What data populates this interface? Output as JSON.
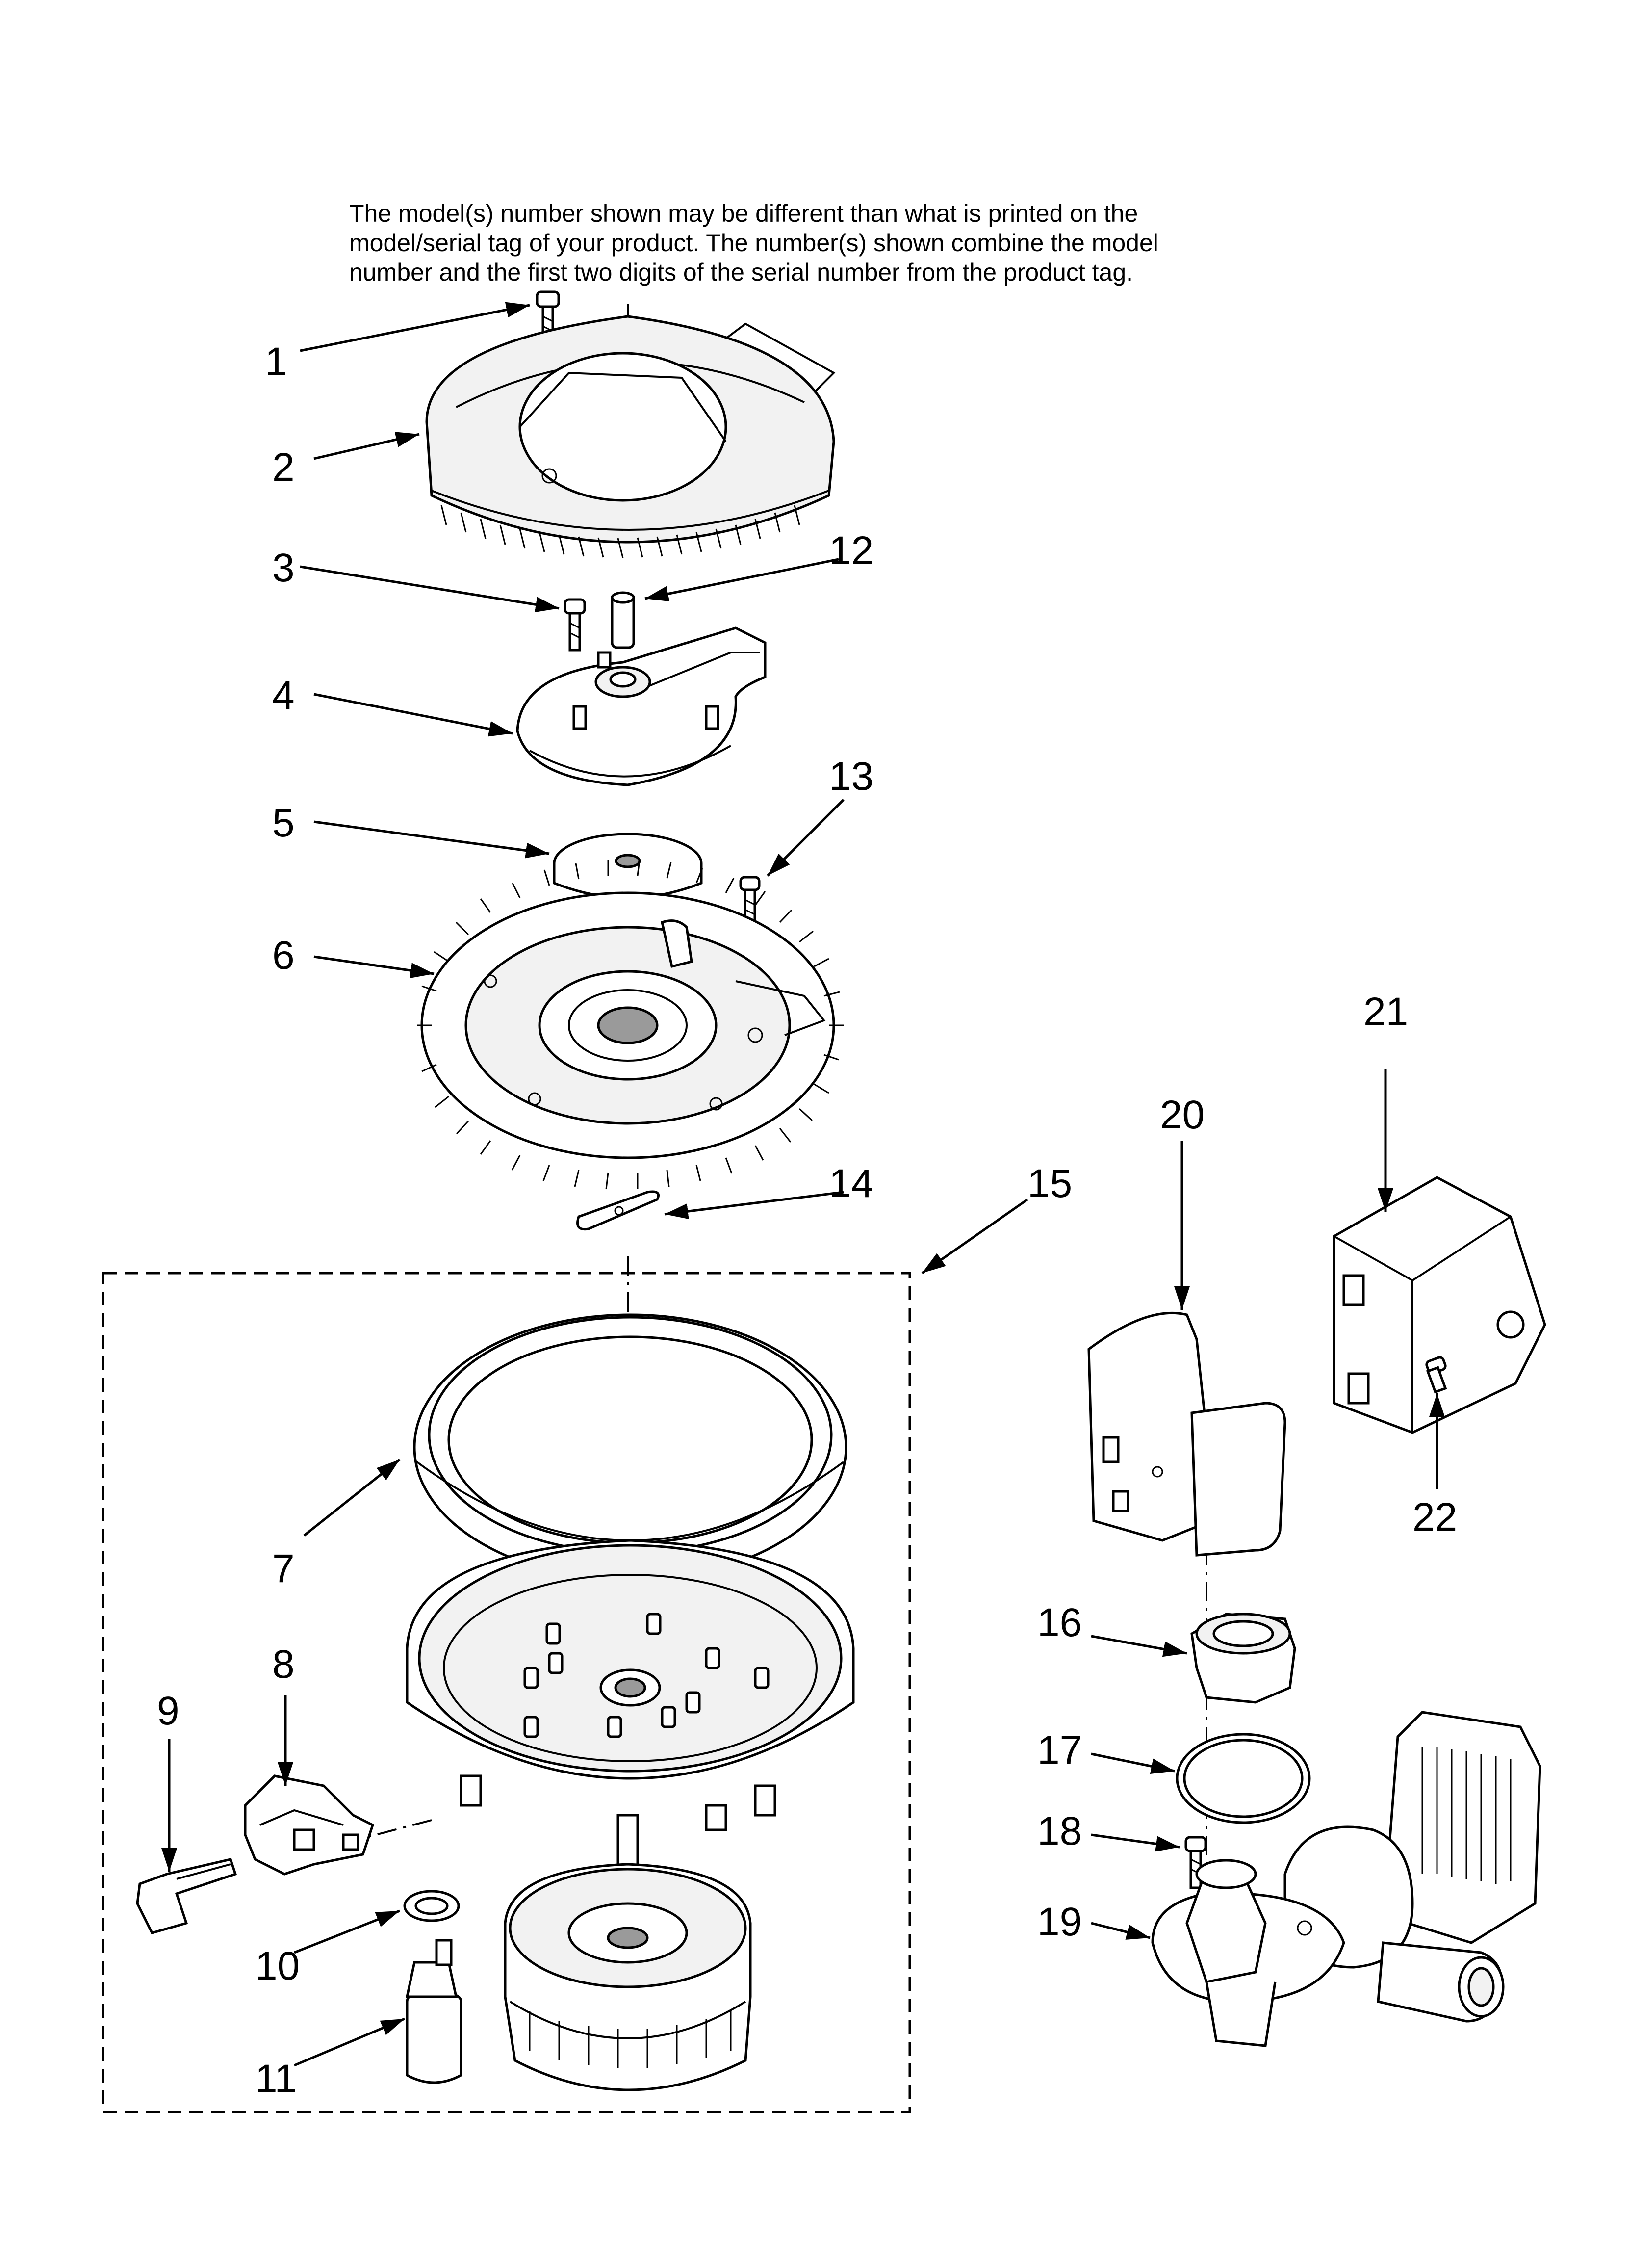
{
  "note": {
    "lines": [
      "The model(s) number shown may be different than what is printed on the",
      "model/serial tag of your product. The number(s) shown combine the model",
      "number and the first two digits of the serial number from the product tag."
    ]
  },
  "callouts": {
    "c1": "1",
    "c2": "2",
    "c3": "3",
    "c4": "4",
    "c5": "5",
    "c6": "6",
    "c7": "7",
    "c8": "8",
    "c9": "9",
    "c10": "10",
    "c11": "11",
    "c12": "12",
    "c13": "13",
    "c14": "14",
    "c15": "15",
    "c16": "16",
    "c17": "17",
    "c18": "18",
    "c19": "19",
    "c20": "20",
    "c21": "21",
    "c22": "22"
  }
}
